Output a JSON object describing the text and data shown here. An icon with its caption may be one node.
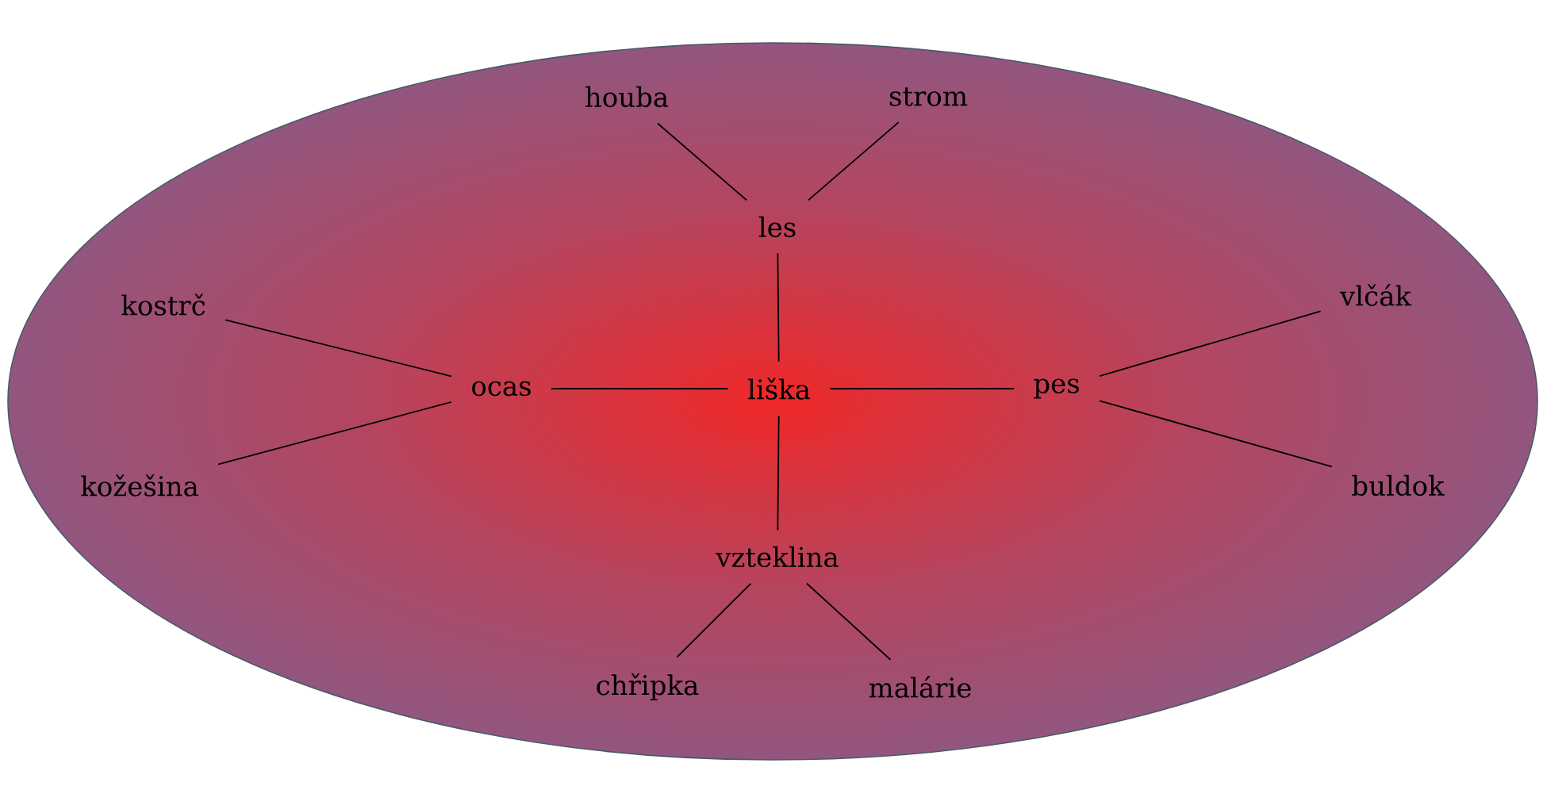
{
  "diagram": {
    "nodes": [
      {
        "text": [
          "houba"
        ]
      },
      {
        "text": [
          "strom"
        ]
      },
      {
        "text": [
          "les"
        ]
      },
      {
        "text": [
          "vlčák"
        ]
      },
      {
        "text": [
          "kostrč"
        ]
      },
      {
        "text": [
          "ocas"
        ]
      },
      {
        "text": [
          "liška"
        ]
      },
      {
        "text": [
          "pes"
        ]
      },
      {
        "text": [
          "kožešina"
        ]
      },
      {
        "text": [
          "buldok"
        ]
      },
      {
        "text": [
          "vzteklina"
        ]
      },
      {
        "text": [
          "chřipka"
        ]
      },
      {
        "text": [
          "malárie"
        ]
      }
    ],
    "edges": [
      {
        "from": 0,
        "to": 2,
        "arrow": "none"
      },
      {
        "from": 1,
        "to": 2,
        "arrow": "none"
      },
      {
        "from": 2,
        "to": 6,
        "arrow": "none"
      },
      {
        "from": 4,
        "to": 5,
        "arrow": "none"
      },
      {
        "from": 8,
        "to": 5,
        "arrow": "none"
      },
      {
        "from": 5,
        "to": 6,
        "arrow": "none"
      },
      {
        "from": 6,
        "to": 7,
        "arrow": "none"
      },
      {
        "from": 7,
        "to": 3,
        "arrow": "none"
      },
      {
        "from": 7,
        "to": 9,
        "arrow": "none"
      },
      {
        "from": 6,
        "to": 10,
        "arrow": "none"
      },
      {
        "from": 10,
        "to": 11,
        "arrow": "none"
      },
      {
        "from": 10,
        "to": 12,
        "arrow": "none"
      }
    ]
  }
}
